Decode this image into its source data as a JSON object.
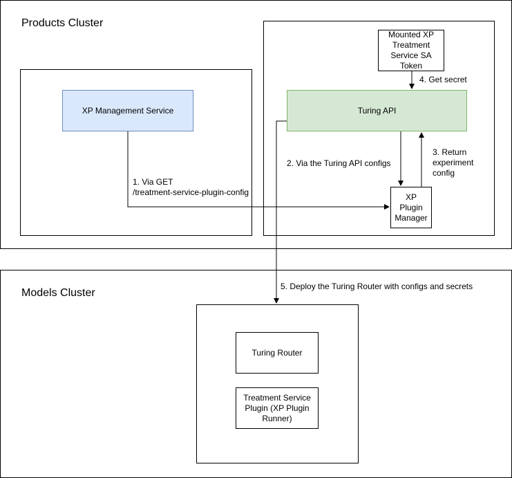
{
  "clusters": {
    "products_title": "Products Cluster",
    "models_title": "Models Cluster"
  },
  "nodes": {
    "xp_management": "XP Management Service",
    "turing_api": "Turing API",
    "sa_token": "Mounted XP Treatment Service SA Token",
    "plugin_manager": "XP Plugin Manager",
    "turing_router": "Turing Router",
    "plugin_runner": "Treatment Service Plugin (XP Plugin Runner)"
  },
  "edges": {
    "step1_line1": "1. Via GET",
    "step1_line2": "/treatment-service-plugin-config",
    "step2": "2. Via the Turing API configs",
    "step3": "3. Return experiment config",
    "step4": "4. Get secret",
    "step5": "5. Deploy the Turing Router with configs and secrets"
  },
  "colors": {
    "blue_fill": "#dae8fc",
    "blue_stroke": "#6c8ebf",
    "green_fill": "#d5e8d4",
    "green_stroke": "#82b366"
  }
}
